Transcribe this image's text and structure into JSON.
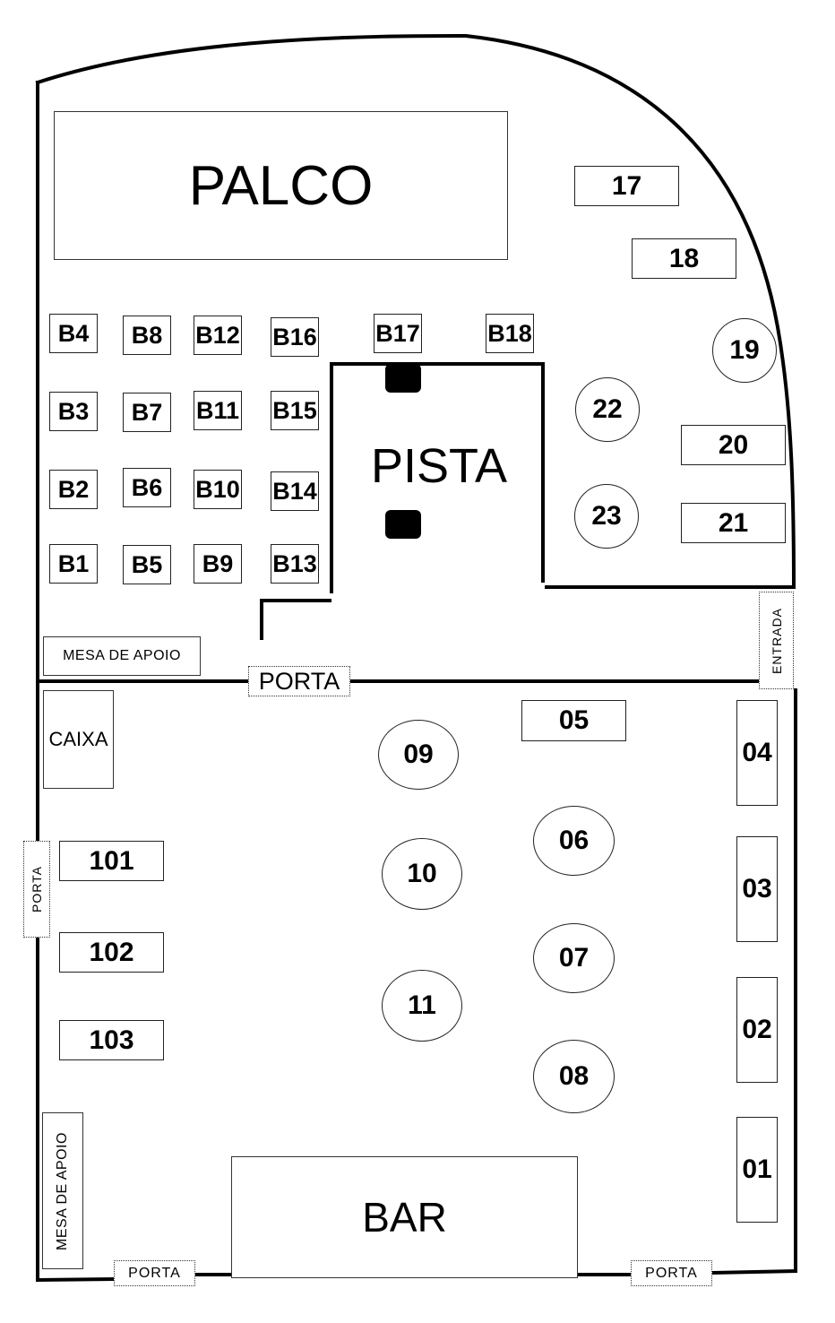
{
  "areas": {
    "palco": "PALCO",
    "pista": "PISTA",
    "bar": "BAR",
    "caixa": "CAIXA",
    "mesa_apoio_top": "MESA DE APOIO",
    "mesa_apoio_bottom": "MESA DE APOIO"
  },
  "doors": {
    "porta_middle": "PORTA",
    "porta_left": "PORTA",
    "porta_bottom_left": "PORTA",
    "porta_bottom_right": "PORTA",
    "entrada": "ENTRADA"
  },
  "booths": {
    "B1": "B1",
    "B2": "B2",
    "B3": "B3",
    "B4": "B4",
    "B5": "B5",
    "B6": "B6",
    "B7": "B7",
    "B8": "B8",
    "B9": "B9",
    "B10": "B10",
    "B11": "B11",
    "B12": "B12",
    "B13": "B13",
    "B14": "B14",
    "B15": "B15",
    "B16": "B16",
    "B17": "B17",
    "B18": "B18"
  },
  "tables": {
    "t01": "01",
    "t02": "02",
    "t03": "03",
    "t04": "04",
    "t05": "05",
    "t06": "06",
    "t07": "07",
    "t08": "08",
    "t09": "09",
    "t10": "10",
    "t11": "11",
    "t17": "17",
    "t18": "18",
    "t19": "19",
    "t20": "20",
    "t21": "21",
    "t22": "22",
    "t23": "23",
    "t101": "101",
    "t102": "102",
    "t103": "103"
  }
}
